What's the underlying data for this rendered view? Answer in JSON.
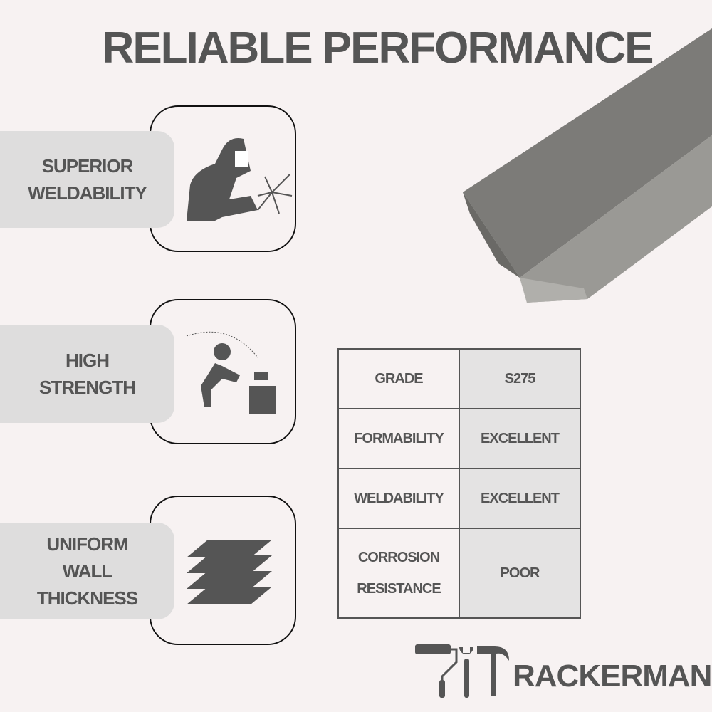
{
  "title": "RELIABLE PERFORMANCE",
  "features": [
    {
      "label_lines": [
        "SUPERIOR",
        "WELDABILITY"
      ],
      "icon": "welder-icon"
    },
    {
      "label_lines": [
        "HIGH",
        "STRENGTH"
      ],
      "icon": "hammer-worker-icon"
    },
    {
      "label_lines": [
        "UNIFORM",
        "WALL",
        "THICKNESS"
      ],
      "icon": "stacked-plates-icon"
    }
  ],
  "table": [
    {
      "property": "GRADE",
      "value": "S275"
    },
    {
      "property": "FORMABILITY",
      "value": "EXCELLENT"
    },
    {
      "property": "WELDABILITY",
      "value": "EXCELLENT"
    },
    {
      "property": "CORROSION RESISTANCE",
      "value": "POOR"
    }
  ],
  "brand": "RACKERMAN"
}
